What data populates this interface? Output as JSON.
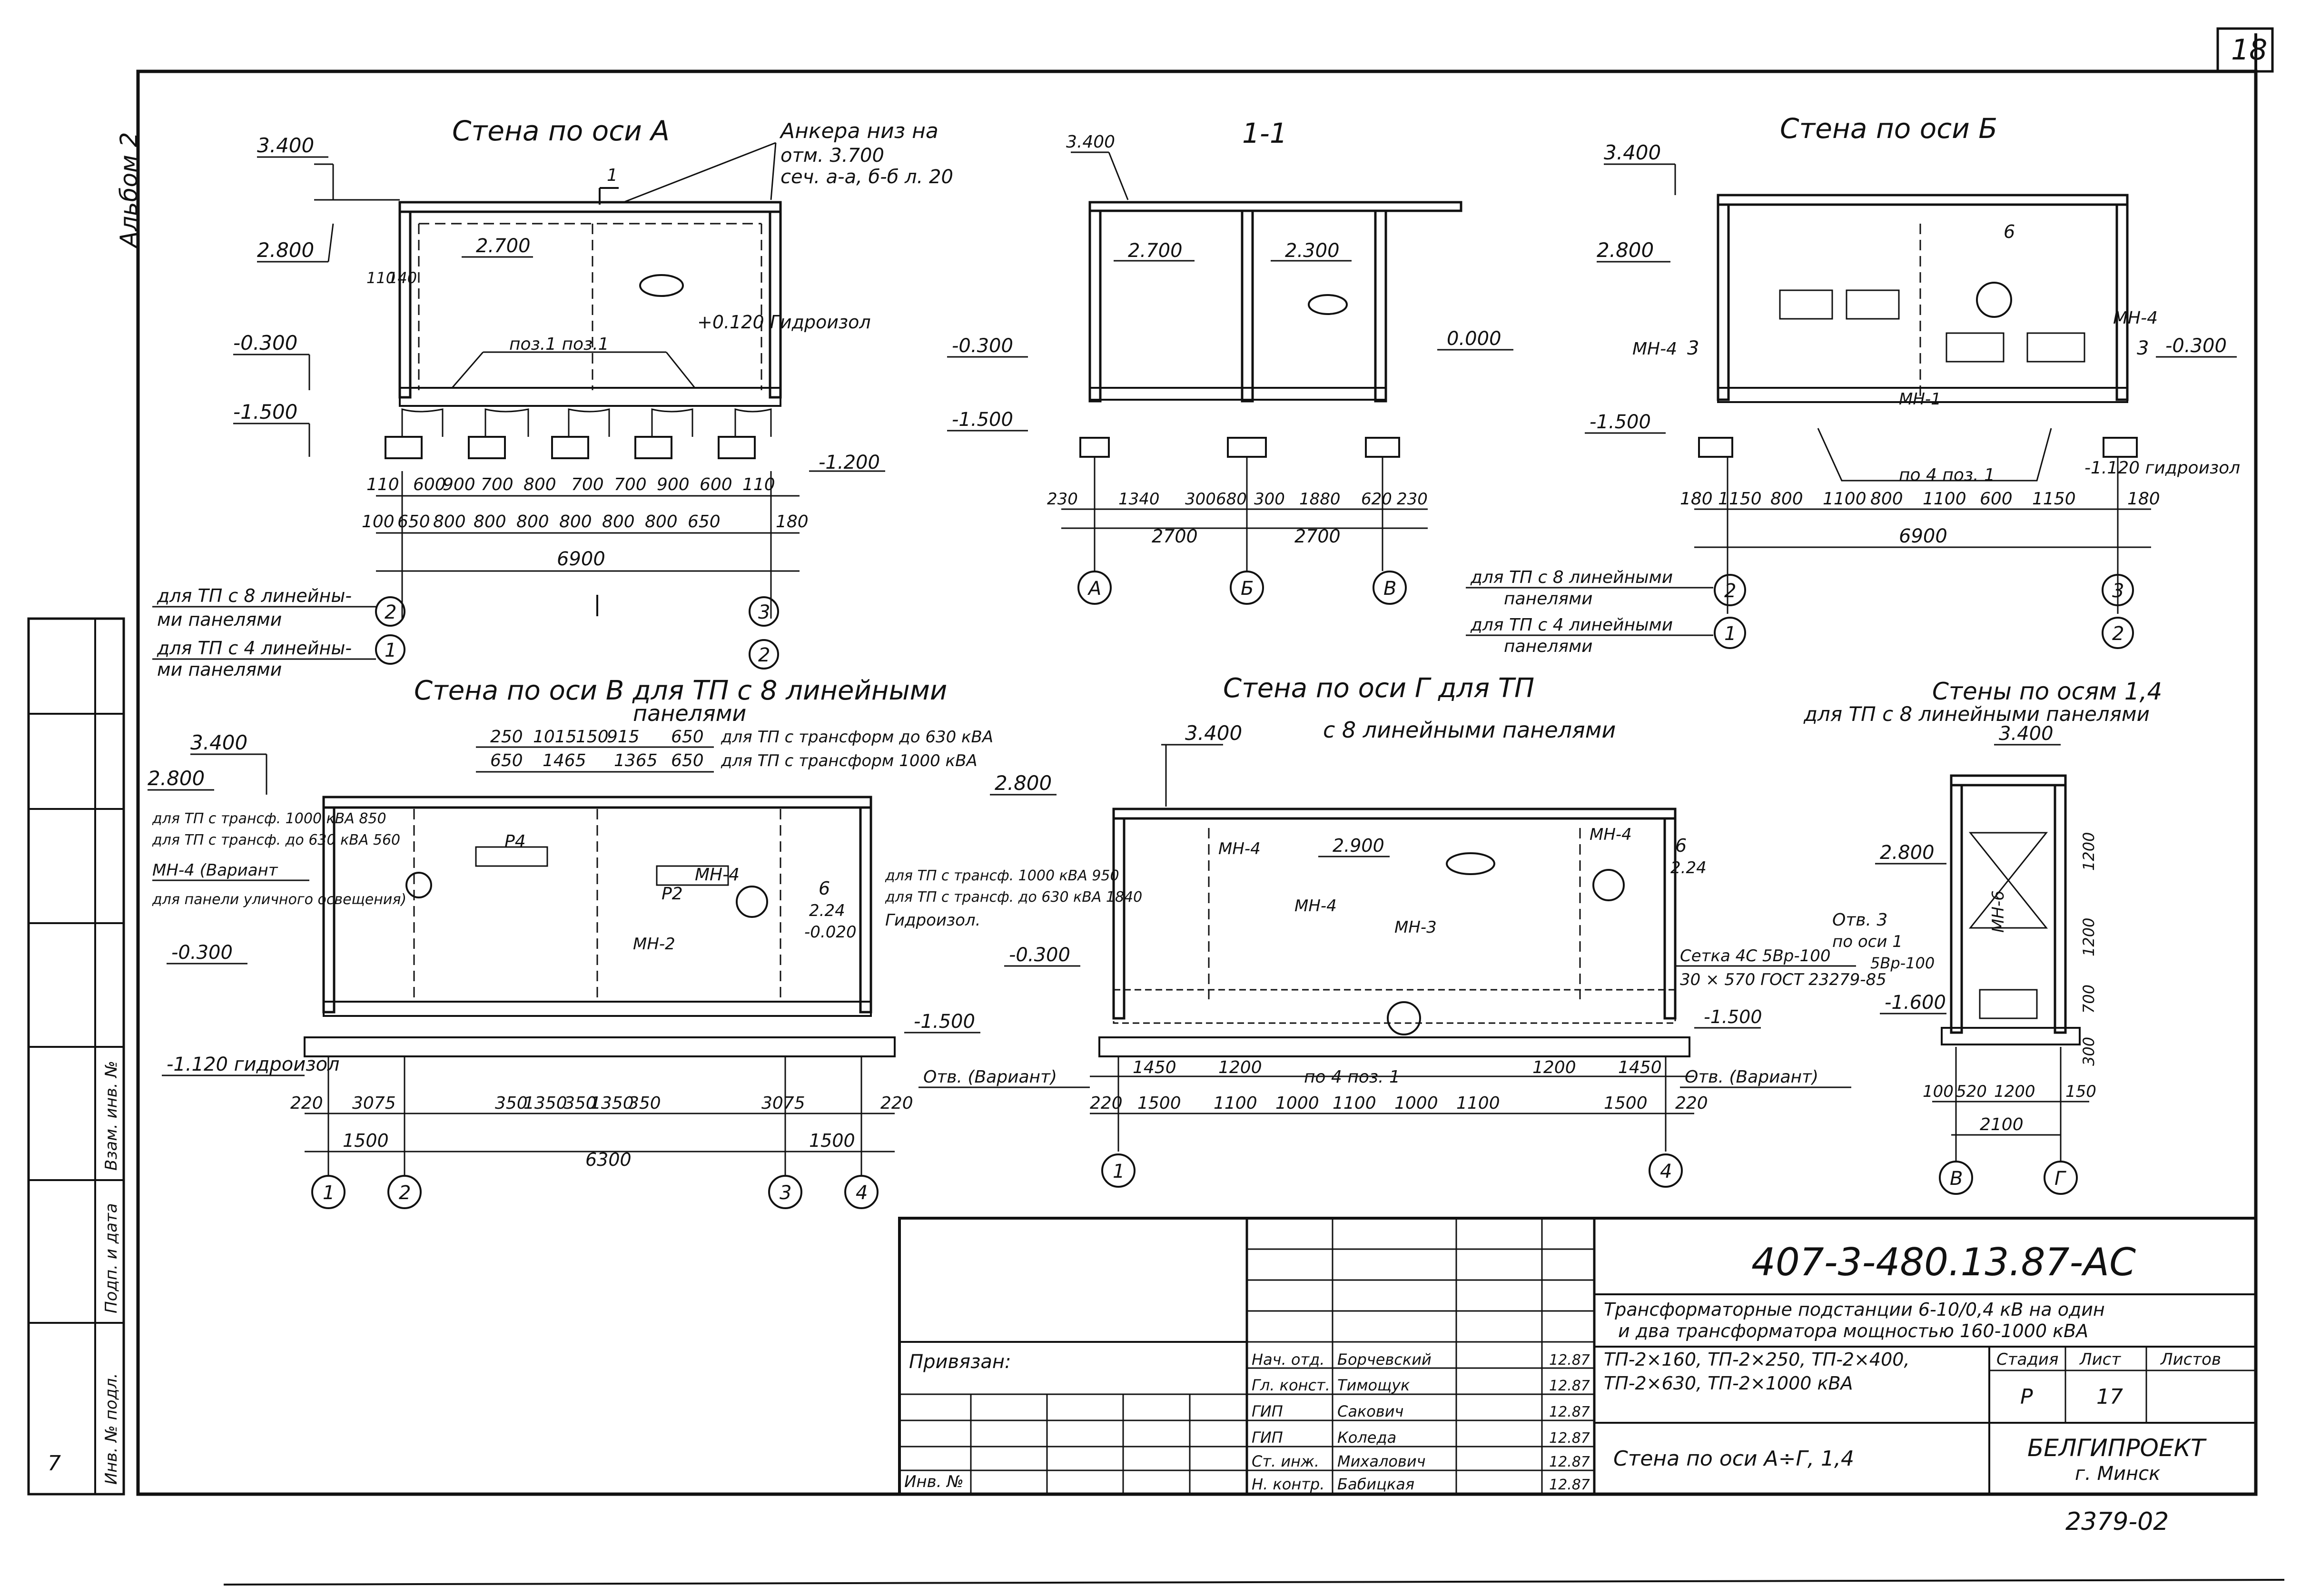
{
  "sheet": {
    "page_number": "18",
    "side_label": "Альбом 2",
    "lower_edge_mark": "7"
  },
  "stamp_cells": [
    "Инв. № подл.",
    "Подп. и дата",
    "Взам. инв. №"
  ],
  "views": {
    "wall_a": {
      "title": "Стена по оси А",
      "note_line1": "Анкера низ на",
      "note_line2": "отм. 3.700",
      "note_line3": "сеч. а-а, б-б л. 20",
      "section_mark": "1",
      "levels": [
        "3.400",
        "2.800",
        "2.700",
        "-0.300",
        "-1.500",
        "-1.200"
      ],
      "annotations": [
        "поз.1 поз.1",
        "+0.120 Гидроизол",
        "110",
        "140"
      ],
      "dims_top": [
        "110",
        "600",
        "900",
        "700",
        "800",
        "700",
        "700",
        "900",
        "600",
        "110"
      ],
      "dims_mid": [
        "100",
        "650",
        "800",
        "800",
        "800",
        "800",
        "800",
        "800",
        "650",
        "180"
      ],
      "dim_total": "6900",
      "axis_labels": [
        "2",
        "1",
        "3",
        "2"
      ],
      "legend": [
        "для ТП с 8 линейны-",
        "ми панелями",
        "для ТП с 4 линейны-",
        "ми панелями"
      ]
    },
    "section_1": {
      "title": "1-1",
      "levels": [
        "3.400",
        "2.700",
        "2.300",
        "0.000",
        "-0.300",
        "-1.500"
      ],
      "dims": [
        "230",
        "1340",
        "300",
        "680",
        "300",
        "1880",
        "620",
        "230"
      ],
      "dim_totals": [
        "2700",
        "2700"
      ],
      "axes": [
        "А",
        "Б",
        "В"
      ]
    },
    "wall_b": {
      "title": "Стена по оси Б",
      "levels": [
        "3.400",
        "2.800",
        "-0.300",
        "-1.500",
        "-1.120 гидроизол"
      ],
      "marks": [
        "МН-4",
        "МН-4",
        "МН-1",
        "3",
        "3",
        "6"
      ],
      "dims": [
        "180",
        "1150",
        "800",
        "1100",
        "800",
        "1100",
        "600",
        "1150",
        "180"
      ],
      "dim_total": "6900",
      "note": "по 4 поз. 1",
      "legend": [
        "для ТП с 8 линейными",
        "панелями",
        "для ТП с 4 линейными",
        "панелями"
      ],
      "axis_labels": [
        "2",
        "1",
        "3",
        "2"
      ]
    },
    "wall_v": {
      "title": "Стена по оси В для ТП с 8 линейными",
      "title2": "панелями",
      "top_dims1": [
        "250",
        "1015",
        "150",
        "915",
        "650"
      ],
      "top_note1": "для ТП с трансформ до 630 кВА",
      "top_dims2": [
        "650",
        "1465",
        "1365",
        "650"
      ],
      "top_note2": "для ТП с трансформ 1000 кВА",
      "notes": [
        "для ТП с трансф. 1000 кВА 850",
        "для ТП с трансф. до 630 кВА 560",
        "МН-4 (Вариант",
        "для панели уличного освещения)"
      ],
      "levels": [
        "3.400",
        "2.800",
        "-0.300",
        "-1.120 гидроизол",
        "-1.500"
      ],
      "marks": [
        "Р4",
        "Р2",
        "МН-4",
        "МН-2",
        "6",
        "2.24",
        "-0.020"
      ],
      "dims": [
        "220",
        "3075",
        "350",
        "1350",
        "350",
        "1350",
        "350",
        "3075",
        "220"
      ],
      "dims2": [
        "1500",
        "6300",
        "1500"
      ],
      "axes": [
        "1",
        "2",
        "3",
        "4"
      ]
    },
    "wall_g": {
      "title": "Стена по оси Г для ТП",
      "title2": "с 8 линейными панелями",
      "levels": [
        "3.400",
        "2.800",
        "2.900",
        "-0.300",
        "-1.500"
      ],
      "notes": [
        "для ТП с трансф. 1000 кВА 950",
        "для ТП с трансф. до 630 кВА 1840",
        "Гидроизол.",
        "Сетка 4С 5Вр-100",
        "30 × 570 ГОСТ 23279-85",
        "Отв. (Вариант)",
        "Отв. (Вариант)",
        "по 4 поз. 1"
      ],
      "marks": [
        "МН-4",
        "МН-4",
        "МН-3",
        "МН-4",
        "6",
        "2.24"
      ],
      "dims_upper": [
        "1450",
        "1200",
        "1200",
        "1450"
      ],
      "dims": [
        "220",
        "1500",
        "1100",
        "1000",
        "1100",
        "1000",
        "1100",
        "1500",
        "220"
      ],
      "axes": [
        "1",
        "4"
      ]
    },
    "walls_14": {
      "title": "Стены по осям 1,4",
      "title2": "для ТП с 8 линейными панелями",
      "levels": [
        "3.400",
        "2.800",
        "-1.600"
      ],
      "notes": [
        "Отв. 3",
        "по оси 1",
        "5Вр-100"
      ],
      "marks": [
        "МН-6"
      ],
      "dims": [
        "100",
        "520",
        "1200",
        "150"
      ],
      "dim_total": "2100",
      "side_dims": [
        "1200",
        "1200",
        "700",
        "300"
      ],
      "axes": [
        "В",
        "Г"
      ]
    }
  },
  "title_block": {
    "doc_code": "407-3-480.13.87-АС",
    "description_line1": "Трансформаторные подстанции 6-10/0,4 кВ на один",
    "description_line2": "и два трансформатора мощностью 160-1000 кВА",
    "types_line1": "ТП-2×160, ТП-2×250, ТП-2×400,",
    "types_line2": "ТП-2×630, ТП-2×1000 кВА",
    "sheet_name": "Стена по оси А÷Г, 1,4",
    "org_name": "БЕЛГИПРОЕКТ",
    "org_city": "г. Минск",
    "privyazan": "Привязан:",
    "inv_label": "Инв. №",
    "head_stage": "Стадия",
    "head_sheet": "Лист",
    "head_sheets": "Листов",
    "stage": "Р",
    "sheet_no": "17",
    "sheets_total": "",
    "sign_rows": [
      {
        "role": "Нач. отд.",
        "name": "Борчевский",
        "date": "12.87"
      },
      {
        "role": "Гл. конст.",
        "name": "Тимощук",
        "date": "12.87"
      },
      {
        "role": "ГИП",
        "name": "Сакович",
        "date": "12.87"
      },
      {
        "role": "ГИП",
        "name": "Коледа",
        "date": "12.87"
      },
      {
        "role": "Ст. инж.",
        "name": "Михалович",
        "date": "12.87"
      },
      {
        "role": "Н. контр.",
        "name": "Бабицкая",
        "date": "12.87"
      }
    ]
  },
  "footer_code": "2379-02"
}
